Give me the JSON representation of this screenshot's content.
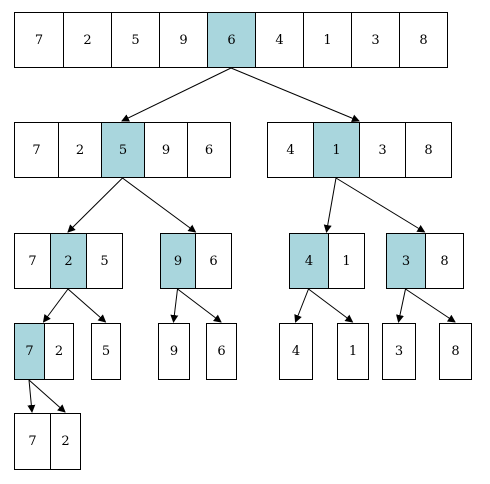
{
  "highlight_color": "#a9d6dd",
  "groups": [
    {
      "id": "g0",
      "values": [
        "7",
        "2",
        "5",
        "9",
        "6",
        "4",
        "1",
        "3",
        "8"
      ],
      "pivot": 4
    },
    {
      "id": "g1",
      "values": [
        "7",
        "2",
        "5",
        "9",
        "6"
      ],
      "pivot": 2
    },
    {
      "id": "g2",
      "values": [
        "4",
        "1",
        "3",
        "8"
      ],
      "pivot": 1
    },
    {
      "id": "g3",
      "values": [
        "7",
        "2",
        "5"
      ],
      "pivot": 1
    },
    {
      "id": "g4",
      "values": [
        "9",
        "6"
      ],
      "pivot": 0
    },
    {
      "id": "g5",
      "values": [
        "4",
        "1"
      ],
      "pivot": 0
    },
    {
      "id": "g6",
      "values": [
        "3",
        "8"
      ],
      "pivot": 0
    },
    {
      "id": "g7",
      "values": [
        "7",
        "2"
      ],
      "pivot": 0
    },
    {
      "id": "g8",
      "values": [
        "5"
      ],
      "pivot": -1
    },
    {
      "id": "g9",
      "values": [
        "9"
      ],
      "pivot": -1
    },
    {
      "id": "g10",
      "values": [
        "6"
      ],
      "pivot": -1
    },
    {
      "id": "g11",
      "values": [
        "4"
      ],
      "pivot": -1
    },
    {
      "id": "g12",
      "values": [
        "1"
      ],
      "pivot": -1
    },
    {
      "id": "g13",
      "values": [
        "3"
      ],
      "pivot": -1
    },
    {
      "id": "g14",
      "values": [
        "8"
      ],
      "pivot": -1
    },
    {
      "id": "g15",
      "values": [
        "7"
      ],
      "pivot": -1
    },
    {
      "id": "g16",
      "values": [
        "2"
      ],
      "pivot": -1
    }
  ],
  "edges": [
    {
      "from": "g0",
      "to": "g1"
    },
    {
      "from": "g0",
      "to": "g2"
    },
    {
      "from": "g1",
      "to": "g3"
    },
    {
      "from": "g1",
      "to": "g4"
    },
    {
      "from": "g2",
      "to": "g5"
    },
    {
      "from": "g2",
      "to": "g6"
    },
    {
      "from": "g3",
      "to": "g7"
    },
    {
      "from": "g3",
      "to": "g8"
    },
    {
      "from": "g4",
      "to": "g9"
    },
    {
      "from": "g4",
      "to": "g10"
    },
    {
      "from": "g5",
      "to": "g11"
    },
    {
      "from": "g5",
      "to": "g12"
    },
    {
      "from": "g6",
      "to": "g13"
    },
    {
      "from": "g6",
      "to": "g14"
    },
    {
      "from": "g7",
      "to": "g15"
    },
    {
      "from": "g7",
      "to": "g16"
    }
  ]
}
